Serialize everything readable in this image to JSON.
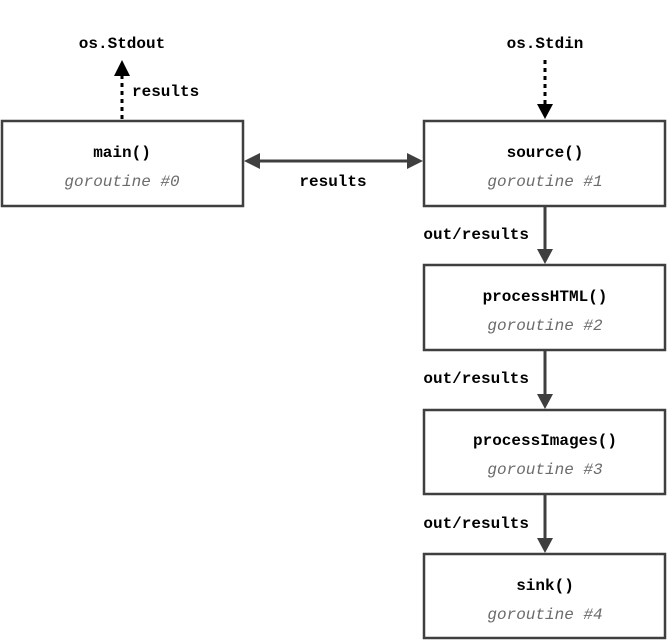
{
  "io": {
    "stdout": "os.Stdout",
    "stdin": "os.Stdin"
  },
  "nodes": {
    "main": {
      "func": "main()",
      "sub": "goroutine #0"
    },
    "source": {
      "func": "source()",
      "sub": "goroutine #1"
    },
    "processHTML": {
      "func": "processHTML()",
      "sub": "goroutine #2"
    },
    "processImages": {
      "func": "processImages()",
      "sub": "goroutine #3"
    },
    "sink": {
      "func": "sink()",
      "sub": "goroutine #4"
    }
  },
  "edges": {
    "main_to_stdout": "results",
    "main_source": "results",
    "source_to_html": "out/results",
    "html_to_images": "out/results",
    "images_to_sink": "out/results"
  },
  "colors": {
    "stroke": "#3f3f3f",
    "subtext": "#6b6b6b"
  }
}
